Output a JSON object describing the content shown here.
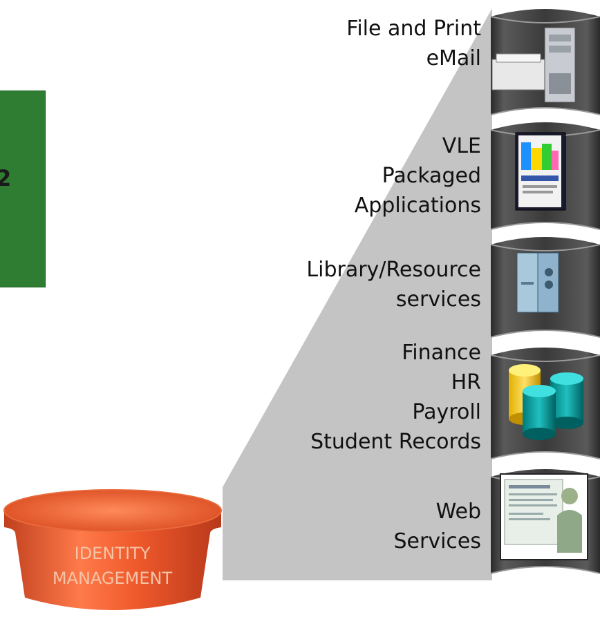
{
  "side_panel": {
    "number": "2"
  },
  "tiers": [
    {
      "lines": [
        "File and Print",
        "eMail"
      ],
      "icon": "printer-server-icon"
    },
    {
      "lines": [
        "VLE",
        "Packaged",
        "Applications"
      ],
      "icon": "software-box-icon"
    },
    {
      "lines": [
        "Library/Resource",
        "services"
      ],
      "icon": "mainframe-cabinet-icon"
    },
    {
      "lines": [
        "Finance",
        "HR",
        "Payroll",
        "Student Records"
      ],
      "icon": "database-cylinders-icon"
    },
    {
      "lines": [
        "Web",
        "Services"
      ],
      "icon": "web-page-person-icon"
    }
  ],
  "base": {
    "line1": "IDENTITY",
    "line2": "MANAGEMENT",
    "icon": "database-drum-icon"
  },
  "colors": {
    "cone": "#c4c4c4",
    "pipe_dark": "#3c3c3c",
    "pipe_light": "#8a8a8a",
    "drum": "#e8552a",
    "drum_dark": "#b8381a",
    "green_panel": "#2e7d32"
  }
}
